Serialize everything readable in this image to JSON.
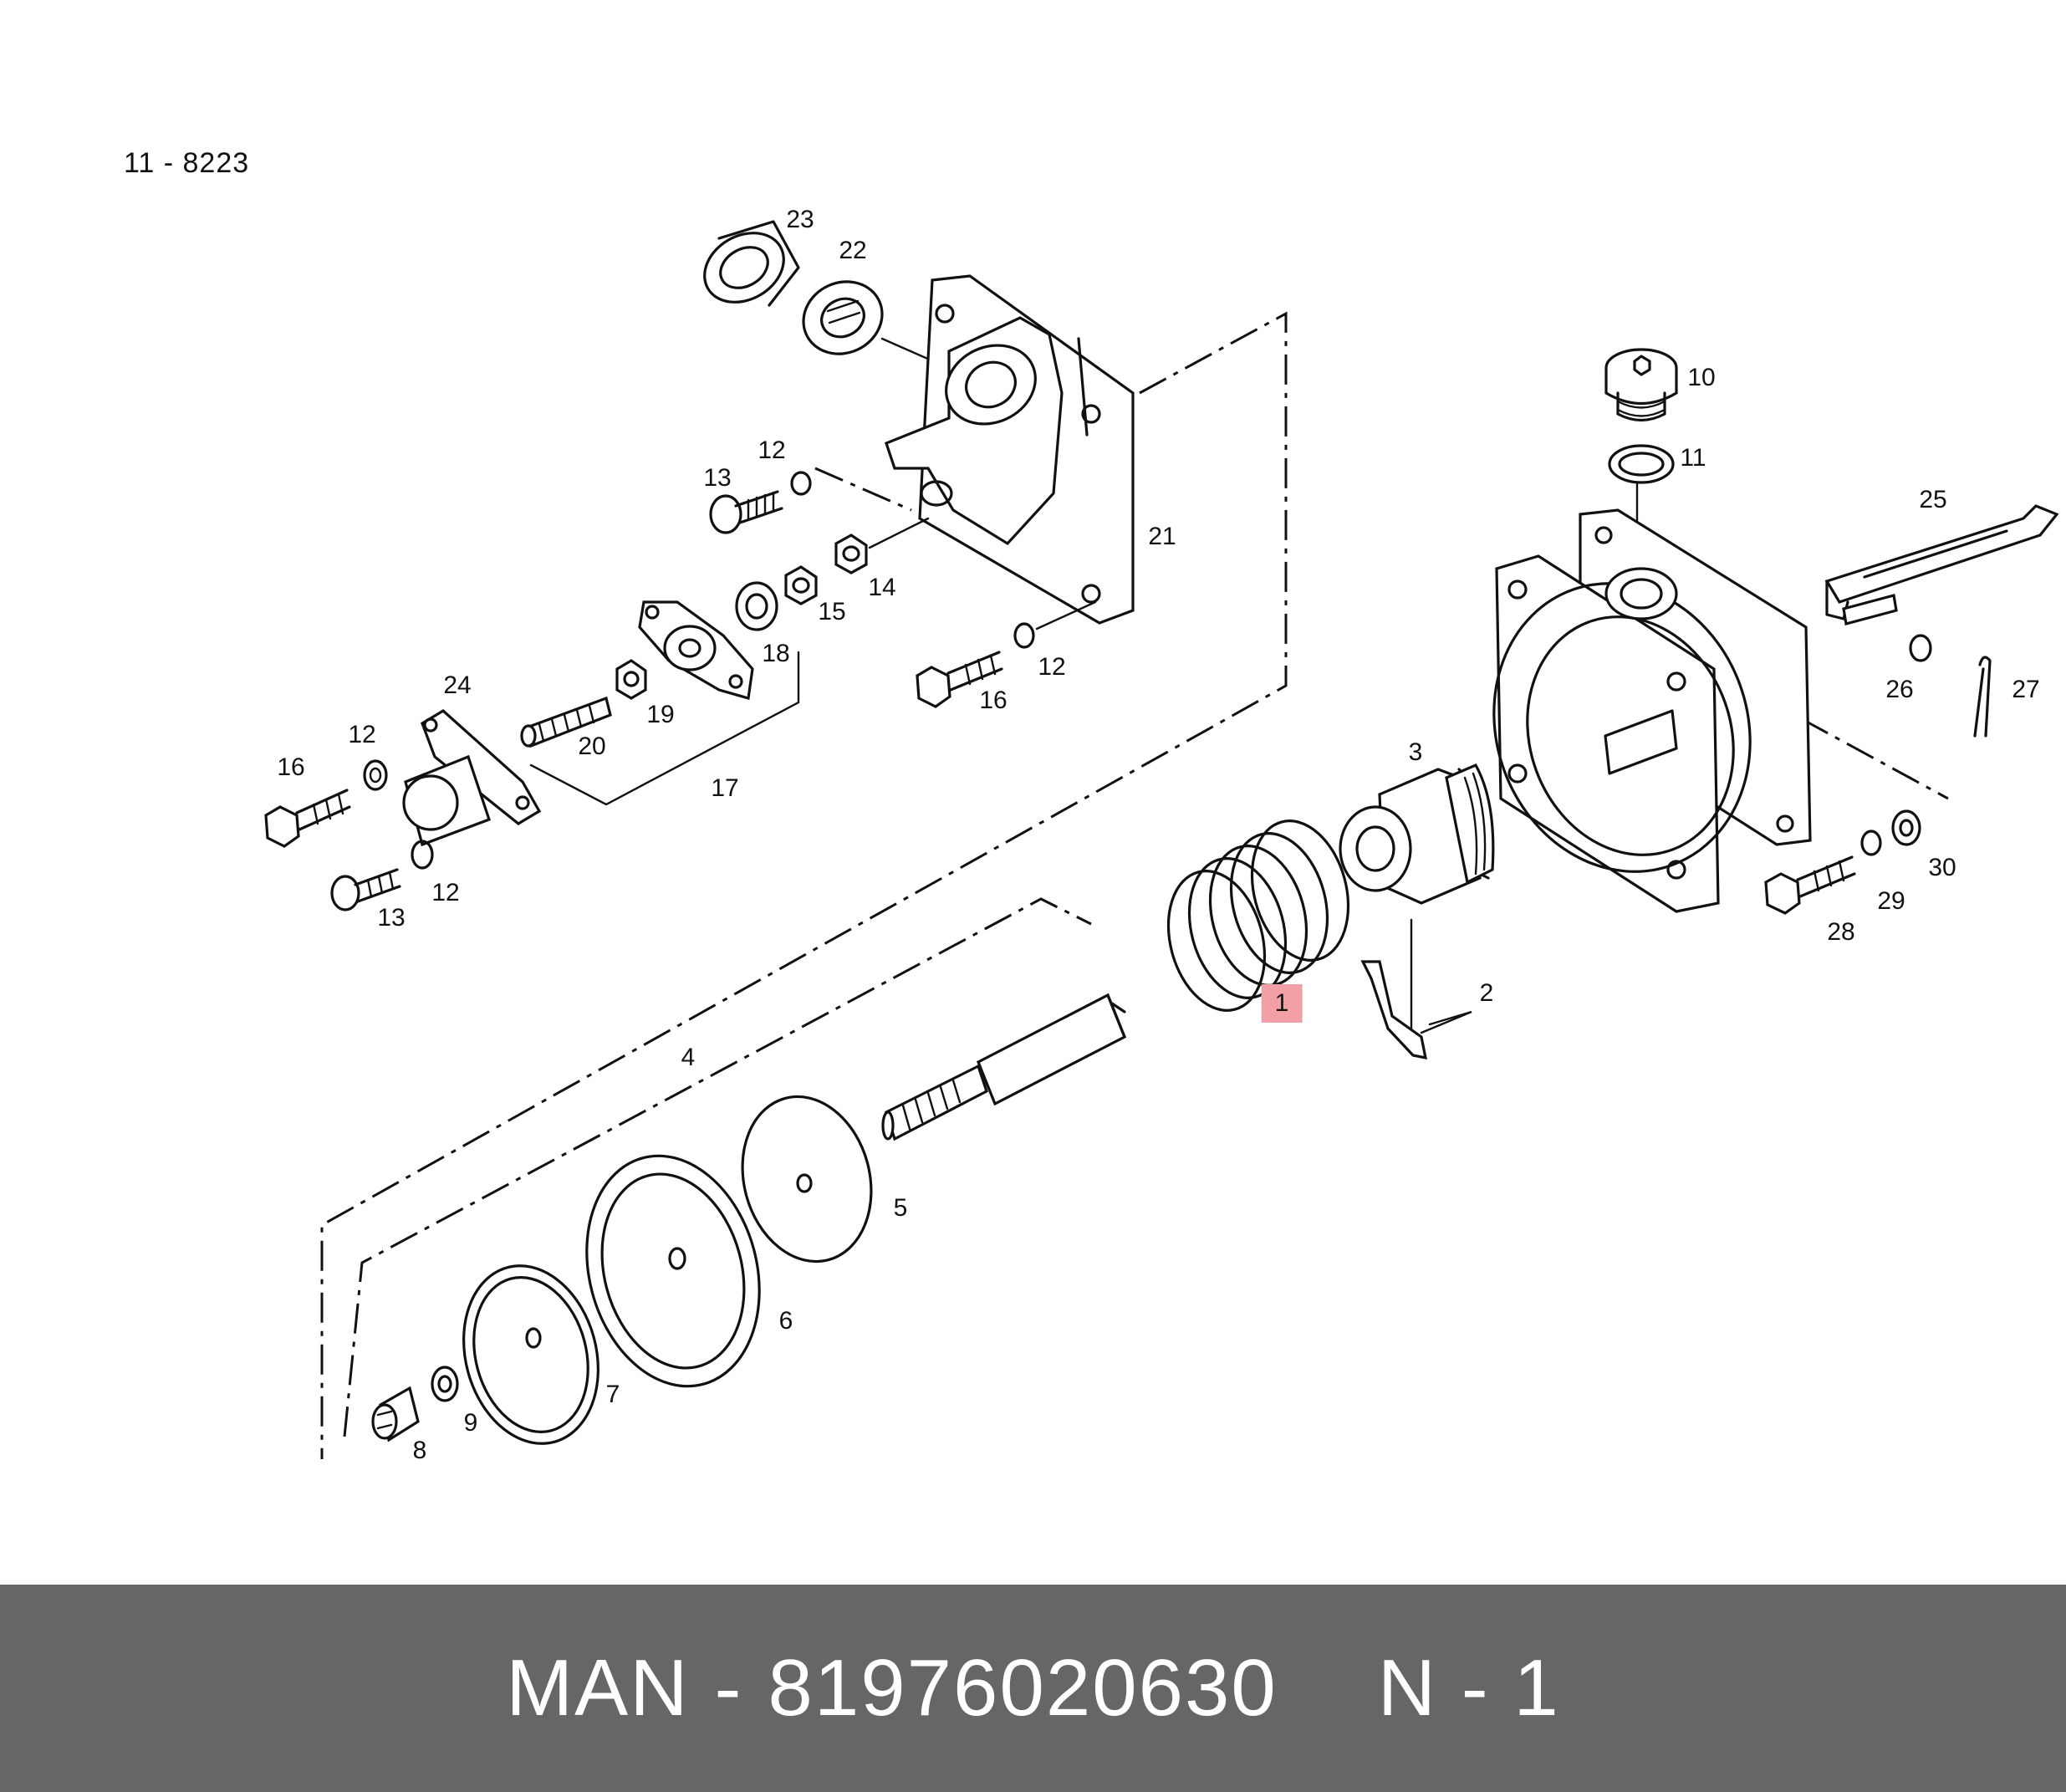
{
  "drawing_id": "11 - 8223",
  "callouts": [
    {
      "id": "c1",
      "label": "1",
      "highlight": true
    },
    {
      "id": "c2",
      "label": "2"
    },
    {
      "id": "c3",
      "label": "3"
    },
    {
      "id": "c4",
      "label": "4"
    },
    {
      "id": "c5",
      "label": "5"
    },
    {
      "id": "c6",
      "label": "6"
    },
    {
      "id": "c7",
      "label": "7"
    },
    {
      "id": "c8",
      "label": "8"
    },
    {
      "id": "c9",
      "label": "9"
    },
    {
      "id": "c10",
      "label": "10"
    },
    {
      "id": "c11",
      "label": "11"
    },
    {
      "id": "c12a",
      "label": "12"
    },
    {
      "id": "c12b",
      "label": "12"
    },
    {
      "id": "c12c",
      "label": "12"
    },
    {
      "id": "c12d",
      "label": "12"
    },
    {
      "id": "c13a",
      "label": "13"
    },
    {
      "id": "c13b",
      "label": "13"
    },
    {
      "id": "c14",
      "label": "14"
    },
    {
      "id": "c15",
      "label": "15"
    },
    {
      "id": "c16a",
      "label": "16"
    },
    {
      "id": "c16b",
      "label": "16"
    },
    {
      "id": "c17",
      "label": "17"
    },
    {
      "id": "c18",
      "label": "18"
    },
    {
      "id": "c19",
      "label": "19"
    },
    {
      "id": "c20",
      "label": "20"
    },
    {
      "id": "c21",
      "label": "21"
    },
    {
      "id": "c22",
      "label": "22"
    },
    {
      "id": "c23",
      "label": "23"
    },
    {
      "id": "c24",
      "label": "24"
    },
    {
      "id": "c25",
      "label": "25"
    },
    {
      "id": "c26",
      "label": "26"
    },
    {
      "id": "c27",
      "label": "27"
    },
    {
      "id": "c28",
      "label": "28"
    },
    {
      "id": "c29",
      "label": "29"
    },
    {
      "id": "c30",
      "label": "30"
    }
  ],
  "footer": {
    "brand": "MAN",
    "separator": "-",
    "part_number": "81976020630",
    "position": "N - 1"
  },
  "colors": {
    "footer_background": "#666666",
    "footer_text": "#ffffff",
    "highlight": "#f2a0a6",
    "line": "#111111"
  }
}
